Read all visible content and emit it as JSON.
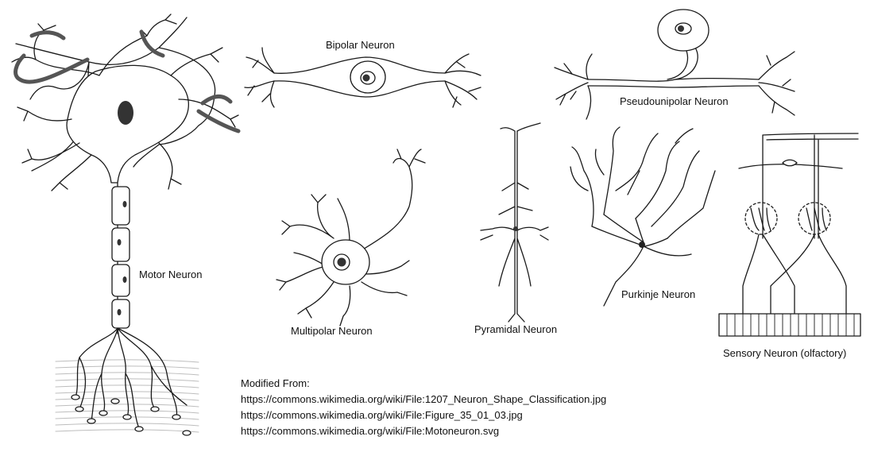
{
  "labels": {
    "bipolar": "Bipolar Neuron",
    "pseudounipolar": "Pseudounipolar Neuron",
    "motor": "Motor Neuron",
    "multipolar": "Multipolar Neuron",
    "pyramidal": "Pyramidal Neuron",
    "purkinje": "Purkinje Neuron",
    "sensory": "Sensory Neuron (olfactory)"
  },
  "credits": {
    "heading": "Modified From:",
    "sources": [
      "https://commons.wikimedia.org/wiki/File:1207_Neuron_Shape_Classification.jpg",
      "https://commons.wikimedia.org/wiki/File:Figure_35_01_03.jpg",
      "https://commons.wikimedia.org/wiki/File:Motoneuron.svg"
    ]
  },
  "colors": {
    "line": "#1a1a1a",
    "myelin": "#666666",
    "nucleus": "#333333",
    "muscle": "#bdbdbd"
  }
}
